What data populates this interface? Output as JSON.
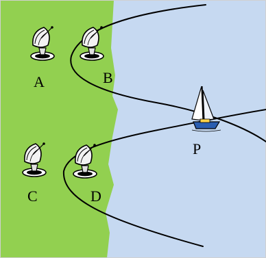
{
  "colors": {
    "land": "#92d050",
    "sea": "#c6d9f1",
    "line": "#000000",
    "dish": "#f2f2f2",
    "boat_hull": "#2a5db0"
  },
  "icons": {
    "antenna": "satellite-dish-icon",
    "boat": "sailboat-icon"
  },
  "labels": {
    "a": "A",
    "b": "B",
    "c": "C",
    "d": "D",
    "p": "P"
  }
}
